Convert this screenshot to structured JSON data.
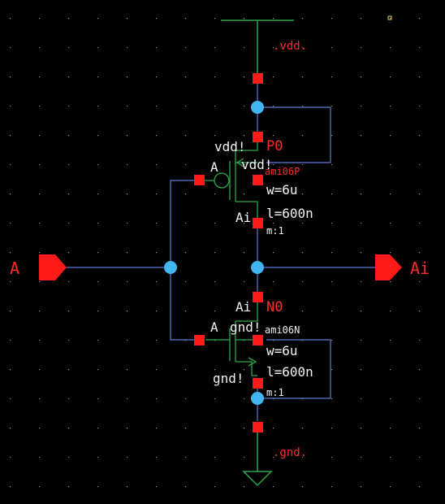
{
  "colors": {
    "background": "#000000",
    "wire": "#5b7bd5",
    "device": "#2aa84a",
    "pin": "#ff1a1a",
    "node_dot": "#41b6f0",
    "label_white": "#f2f2f2",
    "label_red": "#ff2a2a",
    "grid_dot": "#8a8a8a",
    "marker": "#e8d24a"
  },
  "nets": {
    "supply": ".vdd.",
    "ground": ".gnd."
  },
  "pins": {
    "input": "A",
    "output": "Ai"
  },
  "pmos": {
    "instance": "P0",
    "model": "ami06P",
    "width": "w=6u",
    "length": "l=600n",
    "multiplier": "m:1",
    "gate_net": "A",
    "source_net": "vdd!",
    "bulk_net": "vdd!",
    "drain_net": "Ai"
  },
  "nmos": {
    "instance": "N0",
    "model": "ami06N",
    "width": "w=6u",
    "length": "l=600n",
    "multiplier": "m:1",
    "gate_net": "A",
    "drain_net": "Ai",
    "bulk_net": "gnd!",
    "source_net": "gnd!"
  }
}
